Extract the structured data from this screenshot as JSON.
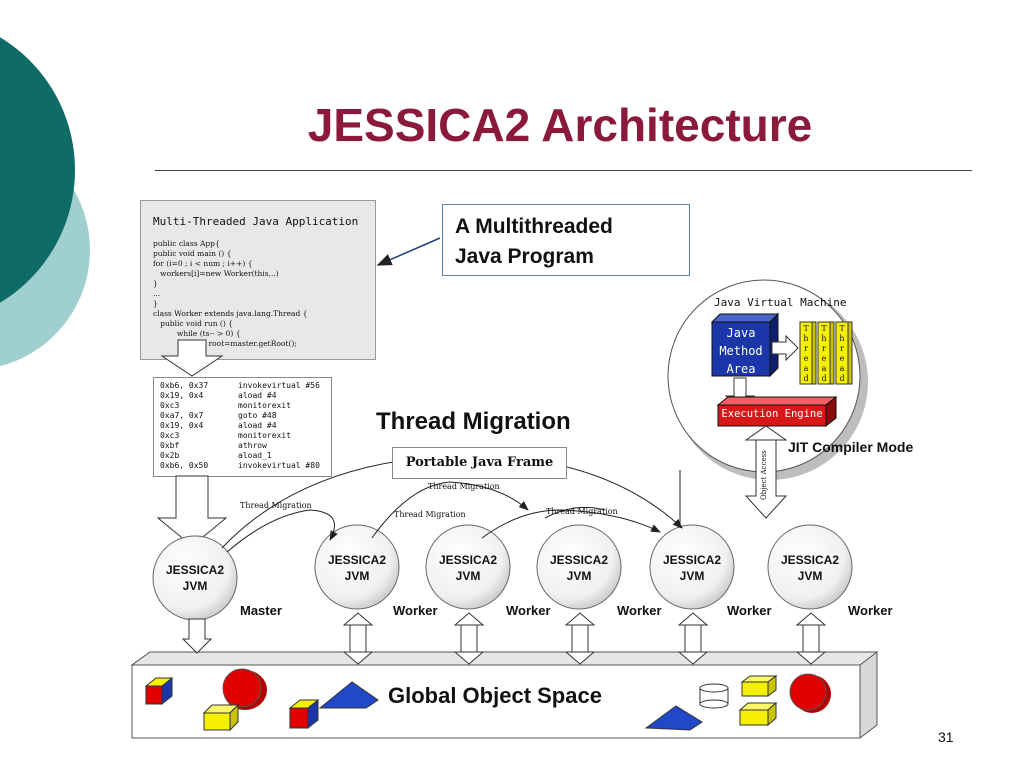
{
  "slide": {
    "title": "JESSICA2 Architecture",
    "page_number": "31"
  },
  "code_panel": {
    "heading": "Multi-Threaded Java Application",
    "lines": [
      "public class App{",
      "public void main () {",
      "for (i=0 ; i < num ; i++) {",
      "   workers[i]=new Worker(this,..)",
      "}",
      "...",
      "}",
      "class Worker extends java.lang.Thread {",
      "   public void run () {",
      "          while (ts-- > 0) {",
      "                Cell root=master.getRoot();"
    ]
  },
  "bytecode_panel": {
    "rows": [
      {
        "addr": "0xb6, 0x37",
        "op": "invokevirtual #56"
      },
      {
        "addr": "0x19, 0x4",
        "op": "aload #4"
      },
      {
        "addr": "0xc3",
        "op": "monitorexit"
      },
      {
        "addr": "0xa7, 0x7",
        "op": "goto #48"
      },
      {
        "addr": "0x19, 0x4",
        "op": "aload #4"
      },
      {
        "addr": "0xc3",
        "op": "monitorexit"
      },
      {
        "addr": "0xbf",
        "op": "athrow"
      },
      {
        "addr": "0x2b",
        "op": "aload_1"
      },
      {
        "addr": "0xb6, 0x50",
        "op": "invokevirtual #80"
      }
    ]
  },
  "callout": {
    "line1": "A Multithreaded",
    "line2": "Java Program"
  },
  "thread_migration": {
    "label": "Thread Migration",
    "portable_frame": "Portable Java Frame",
    "arc_label": "Thread Migration"
  },
  "jvm_detail": {
    "title": "Java Virtual Machine",
    "method_area_1": "Java",
    "method_area_2": "Method",
    "method_area_3": "Area",
    "thread_letters": [
      "T",
      "h",
      "r",
      "e",
      "a",
      "d"
    ],
    "engine": "Execution Engine",
    "object_access": "Object Access",
    "jit": "JIT Compiler Mode"
  },
  "nodes": {
    "jvm_line1": "JESSICA2",
    "jvm_line2": "JVM",
    "master": "Master",
    "worker": "Worker"
  },
  "global_space": {
    "label": "Global Object Space"
  },
  "colors": {
    "title": "#8b1a3a",
    "teal_dark": "#0e6b66",
    "teal_light": "#9fd0cf",
    "method_area": "#1a36a8",
    "engine": "#d81818",
    "thread_yellow": "#f5f000"
  }
}
